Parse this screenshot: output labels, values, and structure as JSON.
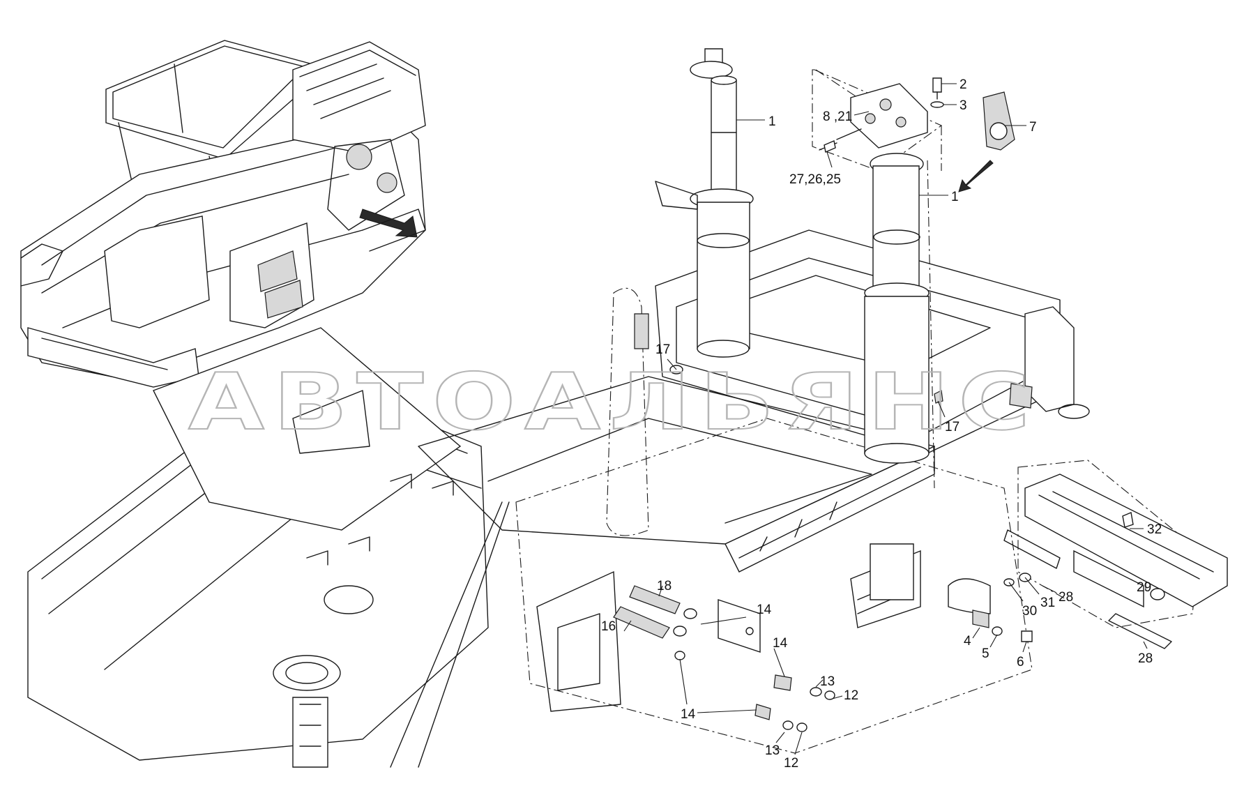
{
  "watermark": "АВТОАЛЬЯНС",
  "callouts": [
    {
      "id": "c1a",
      "label": "1"
    },
    {
      "id": "c1b",
      "label": "1"
    },
    {
      "id": "c2",
      "label": "2"
    },
    {
      "id": "c3",
      "label": "3"
    },
    {
      "id": "c7",
      "label": "7"
    },
    {
      "id": "c821",
      "label": "8 ,21"
    },
    {
      "id": "c272625",
      "label": "27,26,25"
    },
    {
      "id": "c17a",
      "label": "17"
    },
    {
      "id": "c17b",
      "label": "17"
    },
    {
      "id": "c32",
      "label": "32"
    },
    {
      "id": "c28a",
      "label": "28"
    },
    {
      "id": "c28b",
      "label": "28"
    },
    {
      "id": "c29",
      "label": "29"
    },
    {
      "id": "c30",
      "label": "30"
    },
    {
      "id": "c31",
      "label": "31"
    },
    {
      "id": "c4",
      "label": "4"
    },
    {
      "id": "c5",
      "label": "5"
    },
    {
      "id": "c6",
      "label": "6"
    },
    {
      "id": "c18",
      "label": "18"
    },
    {
      "id": "c16",
      "label": "16"
    },
    {
      "id": "c14a",
      "label": "14"
    },
    {
      "id": "c14b",
      "label": "14"
    },
    {
      "id": "c14c",
      "label": "14"
    },
    {
      "id": "c13a",
      "label": "13"
    },
    {
      "id": "c13b",
      "label": "13"
    },
    {
      "id": "c12a",
      "label": "12"
    },
    {
      "id": "c12b",
      "label": "12"
    }
  ]
}
